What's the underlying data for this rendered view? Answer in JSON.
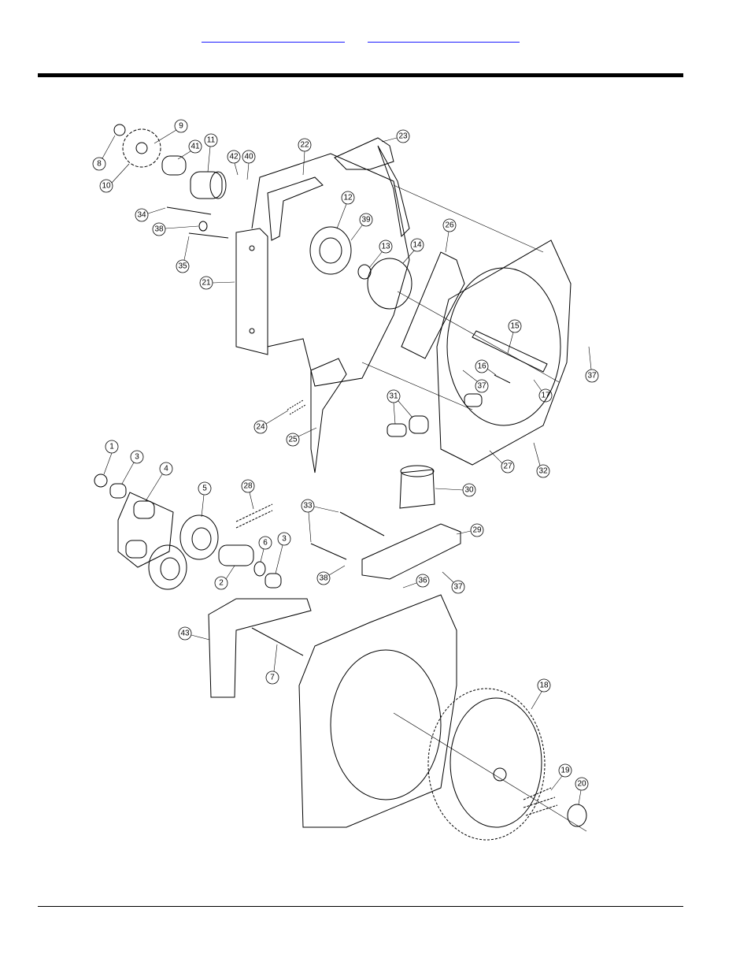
{
  "header": {
    "links": [
      {
        "name": "header-link-left",
        "text": ""
      },
      {
        "name": "header-link-right",
        "text": ""
      }
    ]
  },
  "diagram": {
    "callouts": [
      {
        "id": "c1",
        "label": "1"
      },
      {
        "id": "c2",
        "label": "2"
      },
      {
        "id": "c3a",
        "label": "3"
      },
      {
        "id": "c3b",
        "label": "3"
      },
      {
        "id": "c4",
        "label": "4"
      },
      {
        "id": "c5",
        "label": "5"
      },
      {
        "id": "c6",
        "label": "6"
      },
      {
        "id": "c7",
        "label": "7"
      },
      {
        "id": "c8",
        "label": "8"
      },
      {
        "id": "c9",
        "label": "9"
      },
      {
        "id": "c10",
        "label": "10"
      },
      {
        "id": "c11",
        "label": "11"
      },
      {
        "id": "c12",
        "label": "12"
      },
      {
        "id": "c13",
        "label": "13"
      },
      {
        "id": "c14",
        "label": "14"
      },
      {
        "id": "c15",
        "label": "15"
      },
      {
        "id": "c16",
        "label": "16"
      },
      {
        "id": "c17",
        "label": "17"
      },
      {
        "id": "c18",
        "label": "18"
      },
      {
        "id": "c19",
        "label": "19"
      },
      {
        "id": "c20",
        "label": "20"
      },
      {
        "id": "c21",
        "label": "21"
      },
      {
        "id": "c22",
        "label": "22"
      },
      {
        "id": "c23",
        "label": "23"
      },
      {
        "id": "c24",
        "label": "24"
      },
      {
        "id": "c25",
        "label": "25"
      },
      {
        "id": "c26",
        "label": "26"
      },
      {
        "id": "c27",
        "label": "27"
      },
      {
        "id": "c28",
        "label": "28"
      },
      {
        "id": "c29",
        "label": "29"
      },
      {
        "id": "c30",
        "label": "30"
      },
      {
        "id": "c31",
        "label": "31"
      },
      {
        "id": "c32",
        "label": "32"
      },
      {
        "id": "c33",
        "label": "33"
      },
      {
        "id": "c34",
        "label": "34"
      },
      {
        "id": "c35",
        "label": "35"
      },
      {
        "id": "c36",
        "label": "36"
      },
      {
        "id": "c37a",
        "label": "37"
      },
      {
        "id": "c37b",
        "label": "37"
      },
      {
        "id": "c37c",
        "label": "37"
      },
      {
        "id": "c38a",
        "label": "38"
      },
      {
        "id": "c38b",
        "label": "38"
      },
      {
        "id": "c39",
        "label": "39"
      },
      {
        "id": "c40",
        "label": "40"
      },
      {
        "id": "c41",
        "label": "41"
      },
      {
        "id": "c42",
        "label": "42"
      },
      {
        "id": "c43",
        "label": "43"
      }
    ]
  }
}
